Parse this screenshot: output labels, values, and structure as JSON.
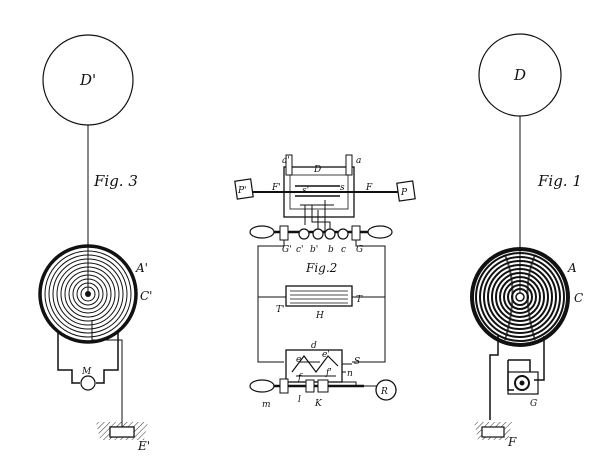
{
  "fig3": {
    "title": "Fig. 3",
    "disc": "D'",
    "coil": "A'",
    "coil_c": "C'",
    "motor": "M",
    "ground": "E'"
  },
  "fig1": {
    "title": "Fig. 1",
    "disc": "D",
    "coil": "A",
    "coil_c": "C",
    "motor": "G",
    "ground": "F"
  },
  "fig2": {
    "title": "Fig.2",
    "top": {
      "D": "D",
      "a_left": "a'",
      "a_right": "a",
      "F_left": "F'",
      "F_right": "F",
      "P_left": "P'",
      "P_right": "P",
      "s_left": "s'",
      "s_right": "s",
      "G_left": "G'",
      "G_right": "G",
      "b_left": "b'",
      "b_right": "b",
      "c_left": "c'",
      "c_right": "c"
    },
    "middle": {
      "T_left": "T'",
      "T_right": "T",
      "H": "H"
    },
    "bottom": {
      "d": "d",
      "e": "e",
      "e_prime": "e'",
      "f": "f",
      "f_prime": "f'",
      "S": "S",
      "n": "n",
      "R": "R",
      "m": "m",
      "l": "l",
      "K": "K"
    }
  }
}
